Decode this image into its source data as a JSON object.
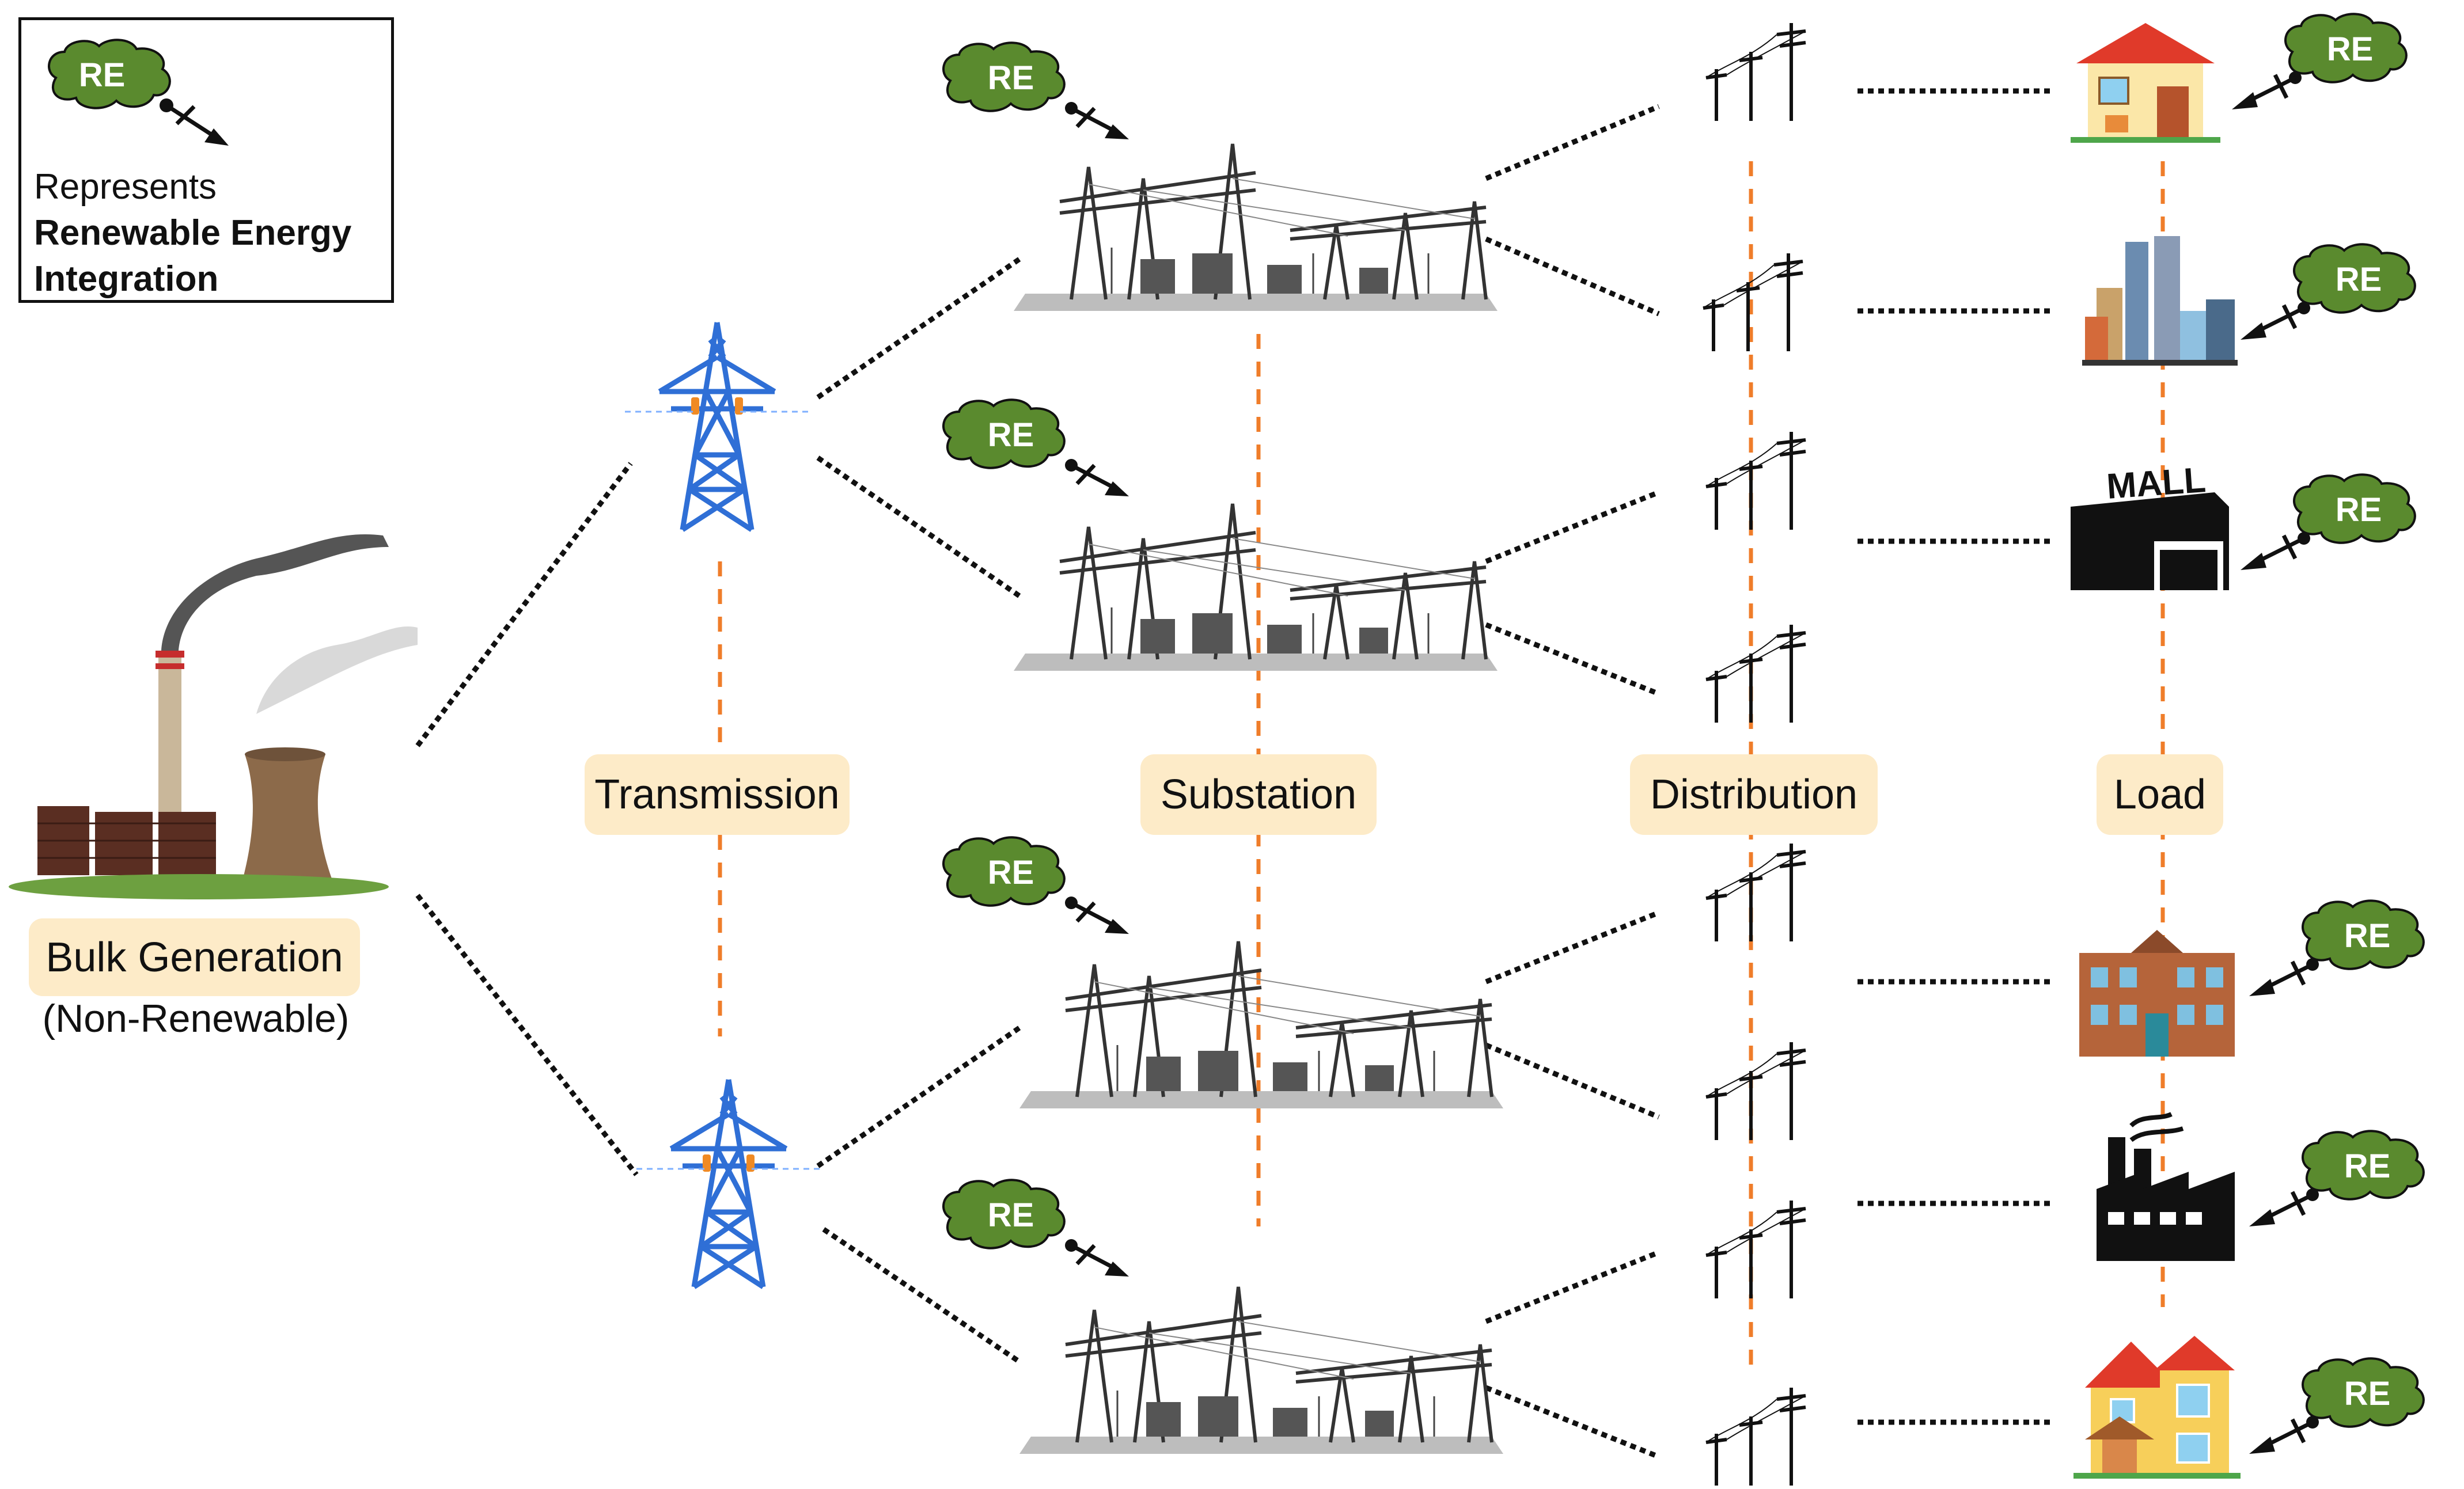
{
  "legend": {
    "badge": "RE",
    "line1": "Represents",
    "line2": "Renewable Energy",
    "line3": "Integration"
  },
  "re_badge": "RE",
  "stages": {
    "transmission": "Transmission",
    "substation": "Substation",
    "distribution": "Distribution",
    "load": "Load"
  },
  "generation": {
    "label": "Bulk Generation",
    "sublabel": "(Non-Renewable)"
  },
  "mall_sign": "MALL",
  "colors": {
    "re_cloud": "#5a8a2e",
    "tower_blue": "#2f6fd6",
    "dashed_orange": "#ef7d2a",
    "label_bg": "#fdebc8",
    "roof_red": "#e03a2a"
  },
  "load_icons": [
    "house-icon",
    "city-buildings-icon",
    "mall-icon",
    "school-building-icon",
    "factory-icon",
    "residential-house-icon"
  ]
}
